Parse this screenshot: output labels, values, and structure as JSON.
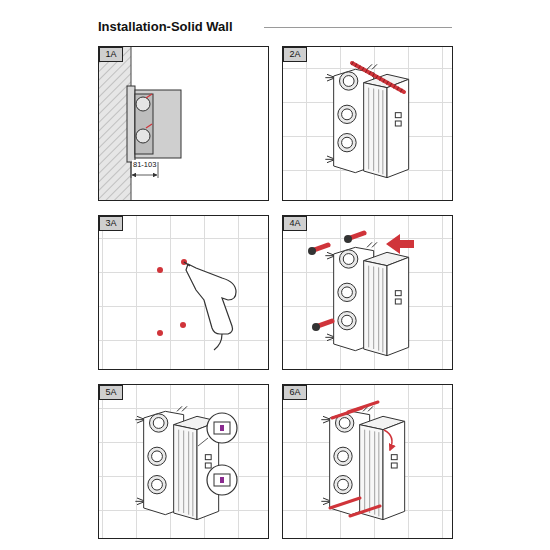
{
  "diagram": {
    "title": "Installation-Solid Wall",
    "nodes": [
      {
        "text": [
          "1A"
        ]
      },
      {
        "text": [
          "2A"
        ]
      },
      {
        "text": [
          "3A"
        ]
      },
      {
        "text": [
          "4A"
        ]
      },
      {
        "text": [
          "5A"
        ]
      },
      {
        "text": [
          "6A"
        ]
      }
    ],
    "labels": [
      "81-103"
    ]
  }
}
